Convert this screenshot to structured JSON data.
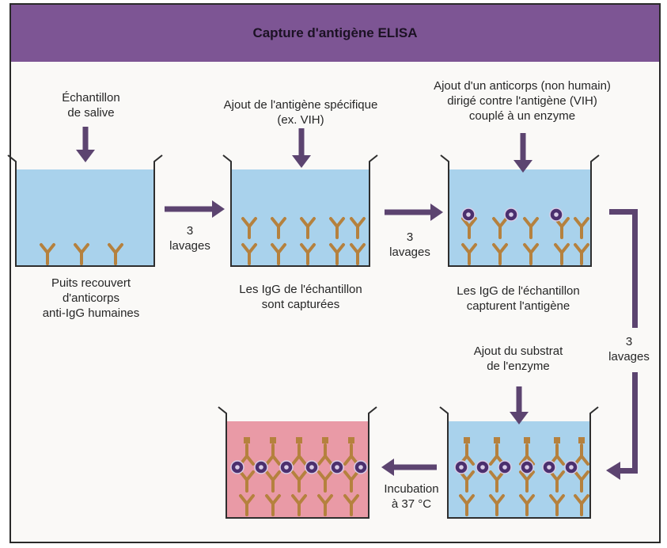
{
  "title": "Capture d'antigène ELISA",
  "colors": {
    "title_bar": "#7d5594",
    "arrow": "#5c4470",
    "liquid_blue": "#a9d2ec",
    "liquid_pink": "#e99aa6",
    "antibody": "#b5813e",
    "enzyme": "#4b2f6e"
  },
  "steps": {
    "step1_input": "Échantillon\nde salive",
    "step1_caption": "Puits recouvert\nd'anticorps\nanti-IgG humaines",
    "wash_label_1": "3\nlavages",
    "step2_input": "Ajout de l'antigène spécifique\n(ex. VIH)",
    "step2_caption": "Les IgG de l'échantillon\nsont capturées",
    "wash_label_2": "3\nlavages",
    "step3_input": "Ajout d'un anticorps (non humain)\ndirigé contre l'antigène (VIH)\ncouplé à un enzyme",
    "step3_caption": "Les IgG de l'échantillon\ncapturent l'antigène",
    "wash_label_3": "3\nlavages",
    "step4_input": "Ajout du substrat\nde l'enzyme",
    "incubation_label": "Incubation\nà 37 °C"
  }
}
